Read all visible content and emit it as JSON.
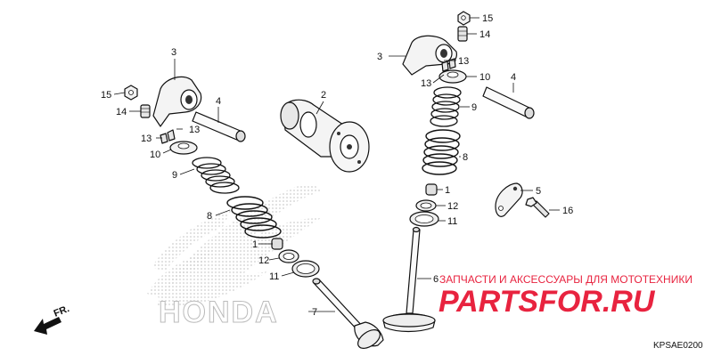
{
  "diagram": {
    "code": "KPSAE0200",
    "direction_label": "FR.",
    "brand_mark": "HONDA",
    "callouts": [
      "1",
      "2",
      "3",
      "4",
      "5",
      "6",
      "7",
      "8",
      "9",
      "10",
      "11",
      "12",
      "13",
      "14",
      "15",
      "16"
    ]
  },
  "watermark": {
    "text": "ЗАПЧАСТИ И АКСЕССУАРЫ ДЛЯ МОТОТЕХНИКИ",
    "logo": "PARTSFOR.RU"
  },
  "colors": {
    "line": "#111111",
    "watermark": "#e8233f",
    "halftone": "#cfcfcf"
  }
}
